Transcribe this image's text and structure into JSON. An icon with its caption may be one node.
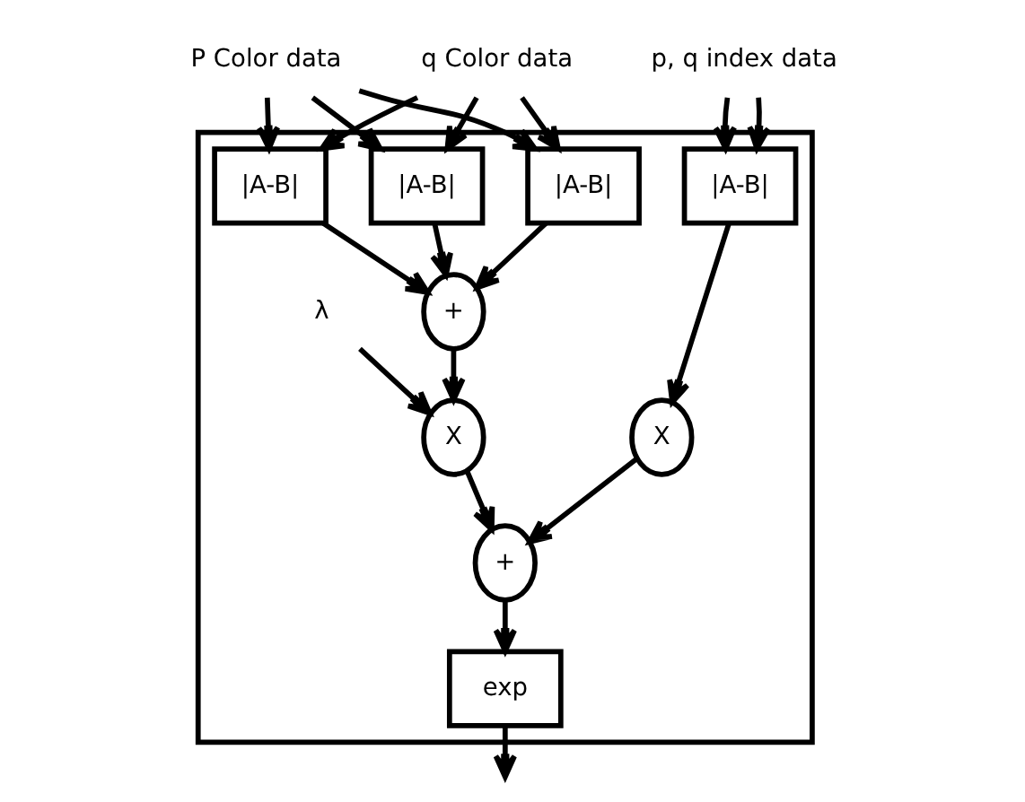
{
  "diagram": {
    "nodes": [
      {
        "text": [],
        "shape": "box"
      },
      {
        "text": [
          "P Color data"
        ]
      },
      {
        "text": [
          "q Color data"
        ]
      },
      {
        "text": [
          "p, q index data"
        ]
      },
      {
        "text": [
          "|A-B|"
        ],
        "in": 0
      },
      {
        "text": [
          "|A-B|"
        ],
        "in": 0
      },
      {
        "text": [
          "|A-B|"
        ],
        "in": 0
      },
      {
        "text": [
          "|A-B|"
        ],
        "in": 0
      },
      {
        "text": [
          "+"
        ],
        "in": 0
      },
      {
        "text": [
          "X"
        ],
        "in": 0
      },
      {
        "text": [
          "+"
        ],
        "in": 0
      },
      {
        "text": [
          "X"
        ],
        "in": 0
      },
      {
        "text": [
          "λ"
        ],
        "in": 0
      },
      {
        "text": [
          "exp"
        ],
        "in": 0
      }
    ],
    "edges": [
      {
        "from": 1,
        "to": 4,
        "arrow": "to"
      },
      {
        "from": 2,
        "to": 4,
        "arrow": "to"
      },
      {
        "from": 1,
        "to": 5,
        "arrow": "to"
      },
      {
        "from": 2,
        "to": 5,
        "arrow": "to"
      },
      {
        "from": 1,
        "to": 6,
        "arrow": "to"
      },
      {
        "from": 2,
        "to": 6,
        "arrow": "to"
      },
      {
        "from": 3,
        "to": 7,
        "arrow": "to"
      },
      {
        "from": 3,
        "to": 7,
        "arrow": "to"
      },
      {
        "from": 4,
        "to": 8,
        "arrow": "to"
      },
      {
        "from": 5,
        "to": 8,
        "arrow": "to"
      },
      {
        "from": 6,
        "to": 8,
        "arrow": "to"
      },
      {
        "from": 8,
        "to": 9,
        "arrow": "to"
      },
      {
        "from": 12,
        "to": 9,
        "arrow": "to"
      },
      {
        "from": 7,
        "to": 11,
        "arrow": "to"
      },
      {
        "from": 9,
        "to": 10,
        "arrow": "to"
      },
      {
        "from": 11,
        "to": 10,
        "arrow": "to"
      },
      {
        "from": 10,
        "to": 13,
        "arrow": "to"
      },
      {
        "from": 13,
        "to": null,
        "arrow": "to"
      }
    ]
  }
}
